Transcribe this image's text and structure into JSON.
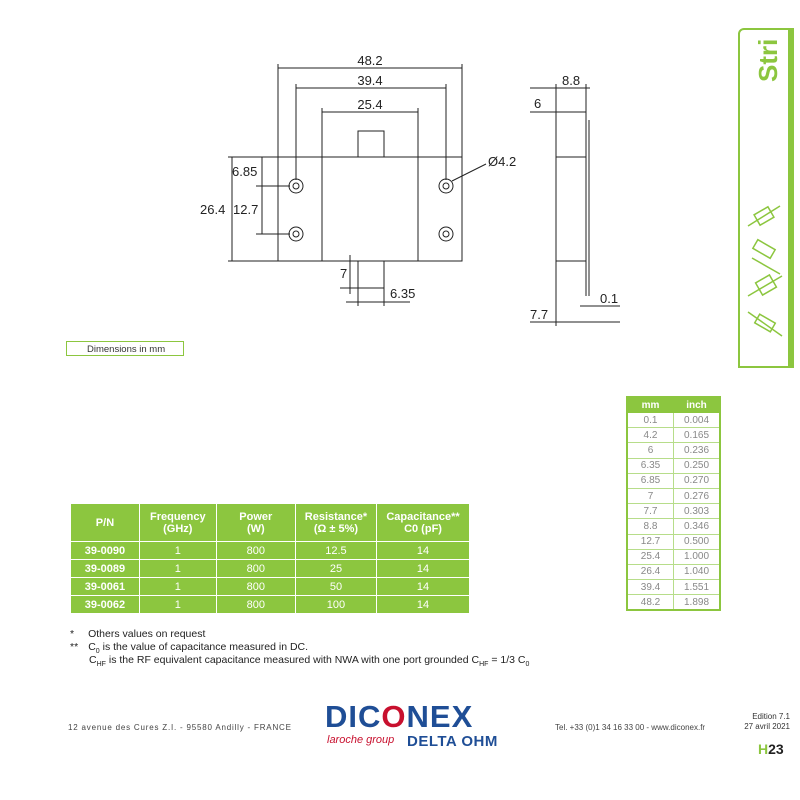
{
  "side_tab": {
    "label": "Stri"
  },
  "drawing": {
    "top_dims": [
      "48.2",
      "39.4",
      "25.4"
    ],
    "left_dims": [
      "6.85",
      "26.4",
      "12.7"
    ],
    "hole_label": "Ø4.2",
    "tab_dims": [
      "7",
      "6.35"
    ],
    "side_dims": [
      "8.8",
      "6",
      "0.1",
      "7.7"
    ]
  },
  "dimensions_note": "Dimensions in mm",
  "conversion_table": {
    "headers": [
      "mm",
      "inch"
    ],
    "rows": [
      [
        "0.1",
        "0.004"
      ],
      [
        "4.2",
        "0.165"
      ],
      [
        "6",
        "0.236"
      ],
      [
        "6.35",
        "0.250"
      ],
      [
        "6.85",
        "0.270"
      ],
      [
        "7",
        "0.276"
      ],
      [
        "7.7",
        "0.303"
      ],
      [
        "8.8",
        "0.346"
      ],
      [
        "12.7",
        "0.500"
      ],
      [
        "25.4",
        "1.000"
      ],
      [
        "26.4",
        "1.040"
      ],
      [
        "39.4",
        "1.551"
      ],
      [
        "48.2",
        "1.898"
      ]
    ]
  },
  "product_table": {
    "headers": [
      [
        "P/N",
        ""
      ],
      [
        "Frequency",
        "(GHz)"
      ],
      [
        "Power",
        "(W)"
      ],
      [
        "Resistance*",
        "(Ω ± 5%)"
      ],
      [
        "Capacitance**",
        "C0 (pF)"
      ]
    ],
    "rows": [
      [
        "39-0090",
        "1",
        "800",
        "12.5",
        "14"
      ],
      [
        "39-0089",
        "1",
        "800",
        "25",
        "14"
      ],
      [
        "39-0061",
        "1",
        "800",
        "50",
        "14"
      ],
      [
        "39-0062",
        "1",
        "800",
        "100",
        "14"
      ]
    ]
  },
  "footnotes": {
    "n1_mark": "*",
    "n1_text": "Others values on request",
    "n2_mark": "**",
    "n2_c": "C",
    "n2_sub": "0",
    "n2_text": " is the value of capacitance measured in DC.",
    "n3_c": "C",
    "n3_sub": "HF",
    "n3_text": " is the RF equivalent capacitance measured with NWA with one port grounded C",
    "n3_sub2": "HF",
    "n3_eq": " = 1/3 C",
    "n3_sub3": "0"
  },
  "footer": {
    "address": "12 avenue des Cures Z.I. - 95580 Andilly - FRANCE",
    "logo_a": "DIC",
    "logo_o": "O",
    "logo_b": "NEX",
    "logo_sub": "laroche group",
    "logo_delta": "DELTA OHM",
    "contact": "Tel. +33 (0)1 34 16 33 00 - www.diconex.fr",
    "edition": "Edition 7.1",
    "date": "27 avril 2021",
    "page_h": "H",
    "page_n": "23"
  },
  "colors": {
    "accent": "#8cc63f",
    "brand_blue": "#1f4e96",
    "brand_red": "#c8102e"
  }
}
